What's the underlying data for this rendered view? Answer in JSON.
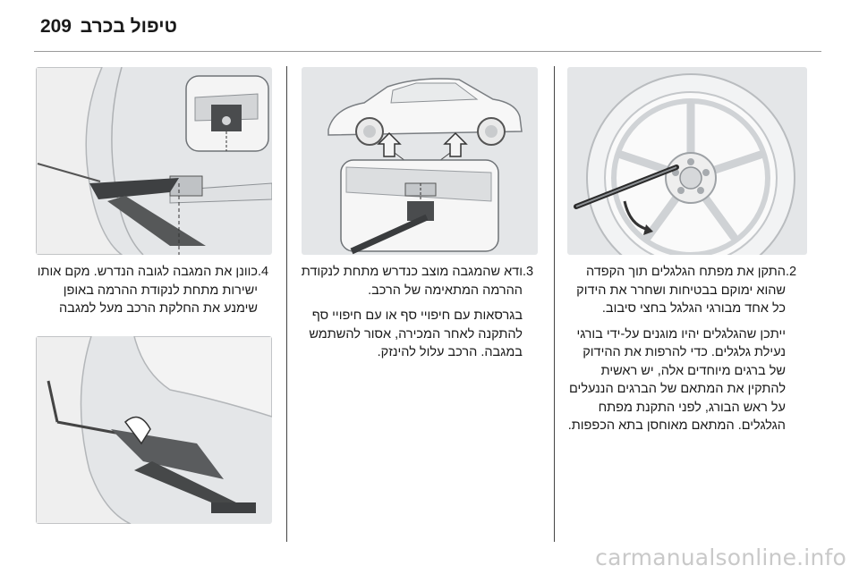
{
  "header": {
    "page_number": "209",
    "title": "טיפול בכרב"
  },
  "columns": [
    {
      "step_number": ".2",
      "step_text": "התקן את מפתח הגלגלים תוך הקפדה שהוא ימוקם בבטיחות ושחרר את הידוק כל אחד מבורגי הגלגל בחצי סיבוב.",
      "note_text": "ייתכן שהגלגלים יהיו מוגנים על-ידי בורגי נעילת גלגלים. כדי להרפות את ההידוק של ברגים מיוחדים אלה, יש ראשית להתקין את המתאם של הברגים הננעלים על ראש הבורג, לפני התקנת מפתח הגלגלים. המתאם מאוחסן בתא הכפפות."
    },
    {
      "step_number": ".3",
      "step_text": "ודא שהמגבה מוצב כנדרש מתחת לנקודת ההרמה המתאימה של הרכב.",
      "note_text": "בגרסאות עם חיפויי סף או עם חיפויי סף להתקנה לאחר המכירה, אסור להשתמש במגבה. הרכב עלול להינזק."
    },
    {
      "step_number": ".4",
      "step_text": "כוונן את המגבה לגובה הנדרש. מקם אותו ישירות מתחת לנקודת ההרמה באופן שימנע את החלקת הרכב מעל למגבה"
    }
  ],
  "watermark": "carmanualsonline.info"
}
